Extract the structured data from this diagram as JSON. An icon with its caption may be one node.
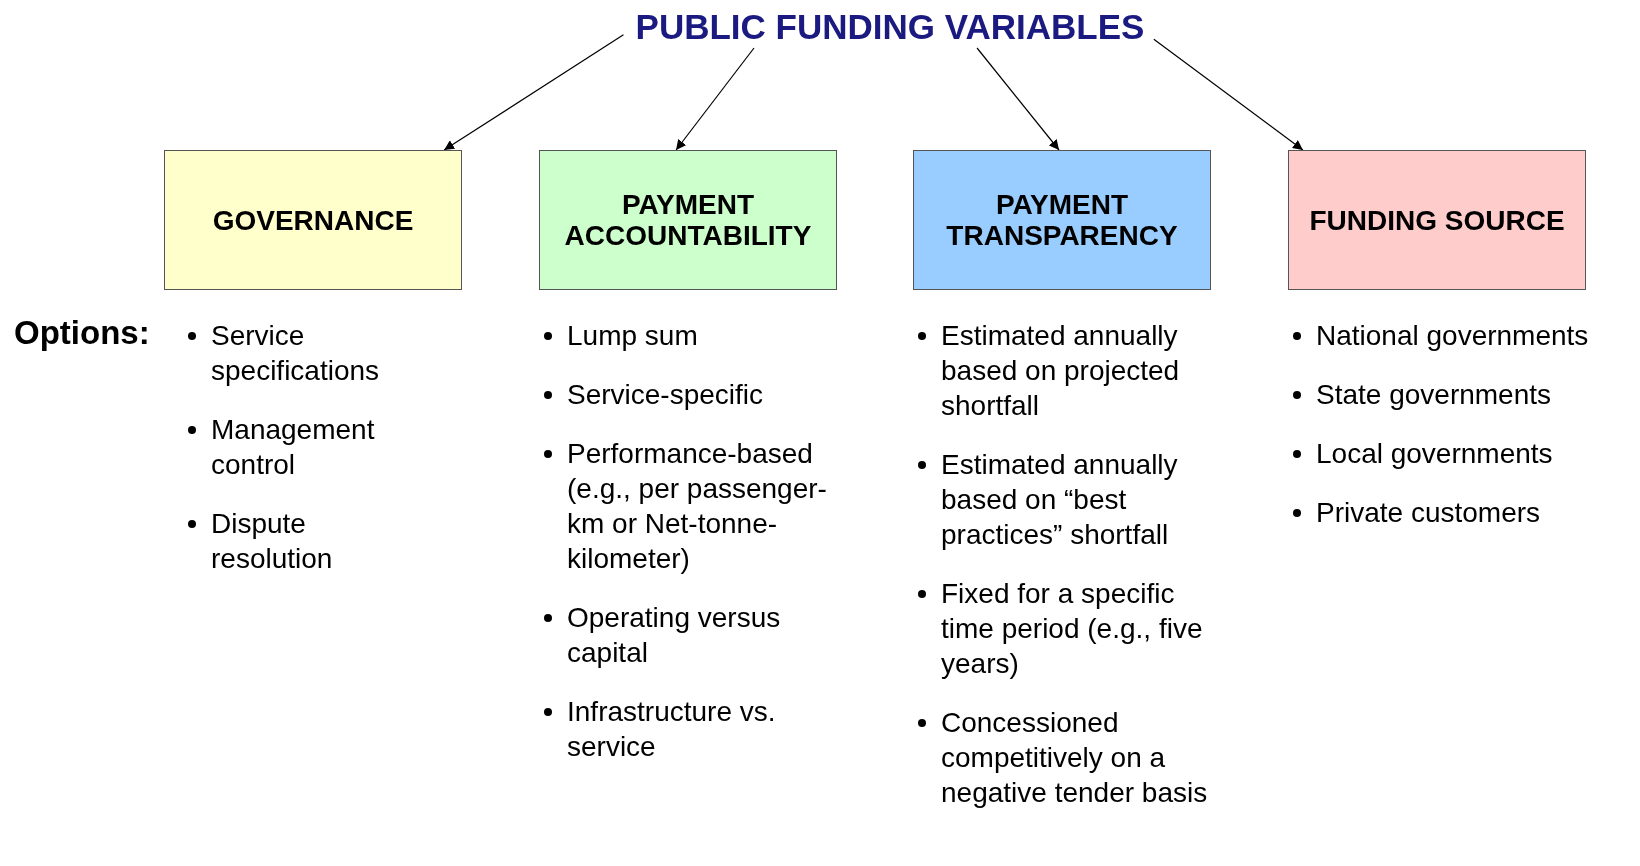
{
  "diagram": {
    "nodes": [
      {
        "text": [
          "PUBLIC FUNDING VARIABLES"
        ]
      },
      {
        "text": [
          "GOVERNANCE"
        ]
      },
      {
        "text": [
          "PAYMENT ACCOUNTABILITY"
        ]
      },
      {
        "text": [
          "PAYMENT TRANSPARENCY"
        ]
      },
      {
        "text": [
          "FUNDING SOURCE"
        ]
      }
    ],
    "edges": [
      {
        "from": 0,
        "to": 1,
        "arrow": "to"
      },
      {
        "from": 0,
        "to": 2,
        "arrow": "to"
      },
      {
        "from": 0,
        "to": 3,
        "arrow": "to"
      },
      {
        "from": 0,
        "to": 4,
        "arrow": "to"
      }
    ],
    "labels": [
      "Options:",
      "Service specifications",
      "Management control",
      "Dispute resolution",
      "Lump sum",
      "Service-specific",
      "Performance-based (e.g., per passenger-km or Net-tonne-kilometer)",
      "Operating versus capital",
      "Infrastructure vs. service",
      "Estimated annually based on projected shortfall",
      "Estimated annually based on “best practices” shortfall",
      "Fixed for a specific time period (e.g., five years)",
      "Concessioned competitively on a negative tender basis",
      "National governments",
      "State governments",
      "Local governments",
      "Private customers"
    ]
  }
}
